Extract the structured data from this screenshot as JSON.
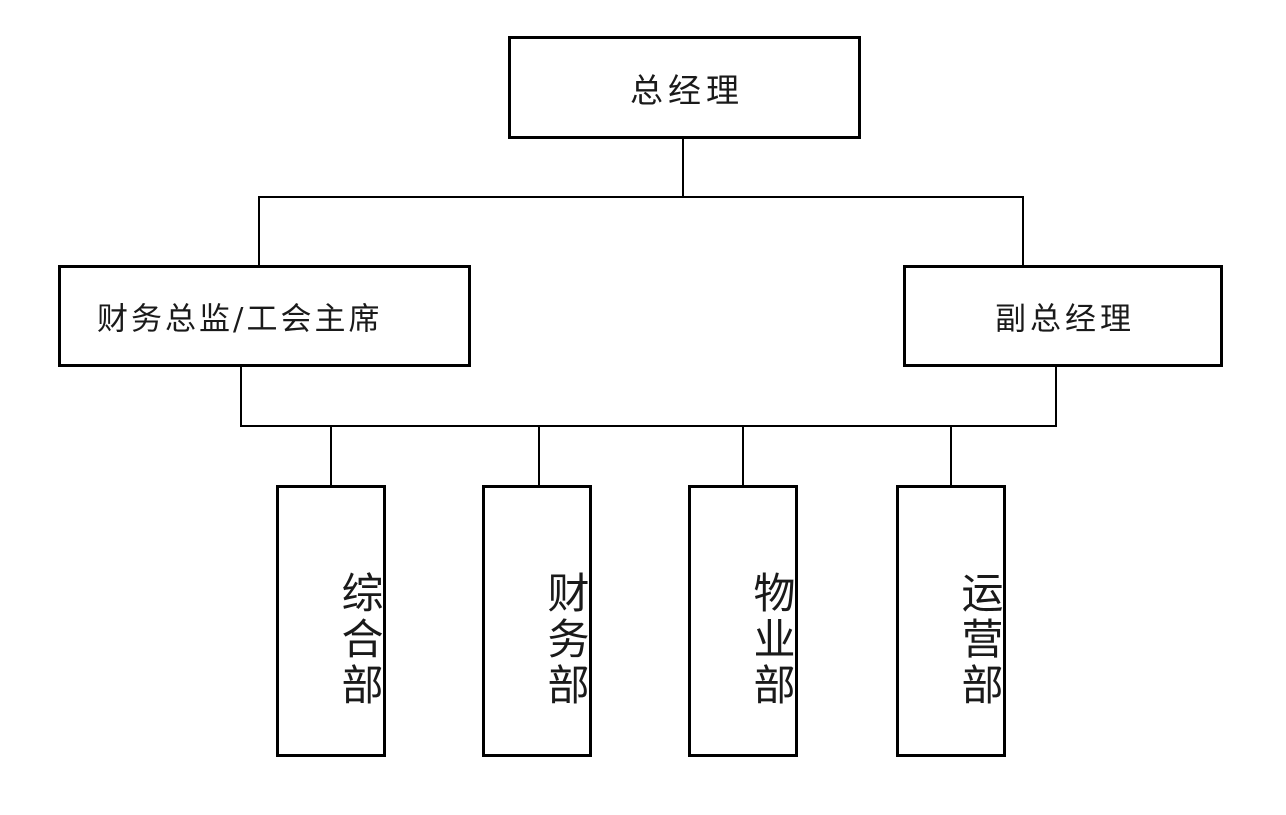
{
  "diagram": {
    "type": "org-chart",
    "title": "",
    "background_color": "#ffffff",
    "line_color": "#000000",
    "text_color": "#1a1a1a",
    "levels": 3,
    "nodes": {
      "top": {
        "label": "总经理"
      },
      "level2": [
        {
          "label": "财务总监/工会主席"
        },
        {
          "label": "副总经理"
        }
      ],
      "departments": [
        {
          "label": "综合部"
        },
        {
          "label": "财务部"
        },
        {
          "label": "物业部"
        },
        {
          "label": "运营部"
        }
      ]
    }
  }
}
